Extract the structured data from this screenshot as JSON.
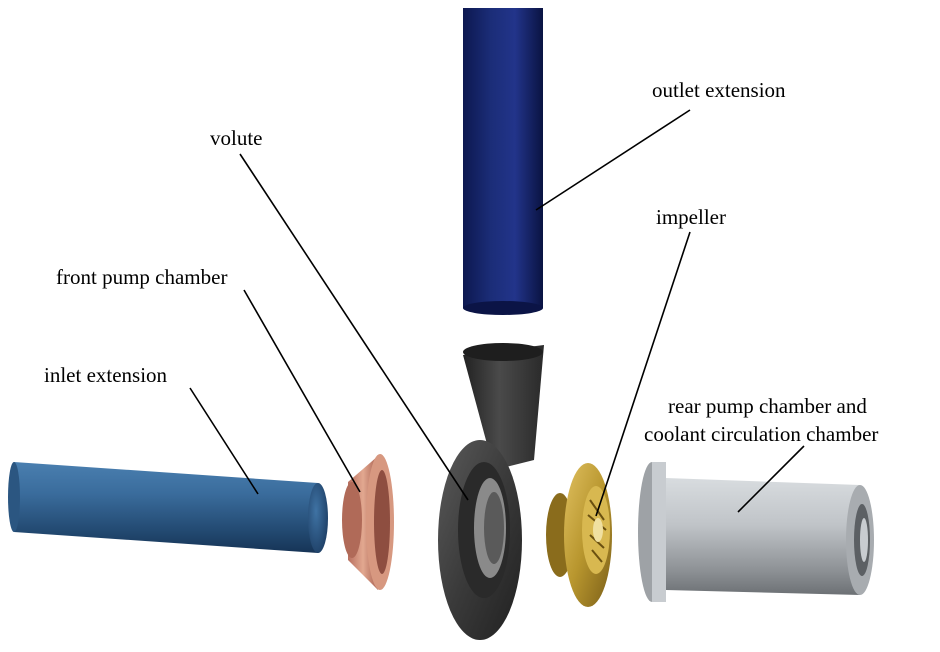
{
  "labels": {
    "outlet_extension": "outlet extension",
    "volute": "volute",
    "impeller": "impeller",
    "front_pump_chamber": "front pump chamber",
    "inlet_extension": "inlet extension",
    "rear_chamber_line1": "rear pump chamber and",
    "rear_chamber_line2": "coolant circulation chamber"
  },
  "colors": {
    "outlet_extension": "#1a2a6e",
    "inlet_extension": "#2e5a86",
    "front_pump_chamber": "#c98a72",
    "volute": "#3c3c3c",
    "impeller": "#b2912e",
    "rear_chamber": "#b8bcc0",
    "leader_line": "#000000"
  }
}
